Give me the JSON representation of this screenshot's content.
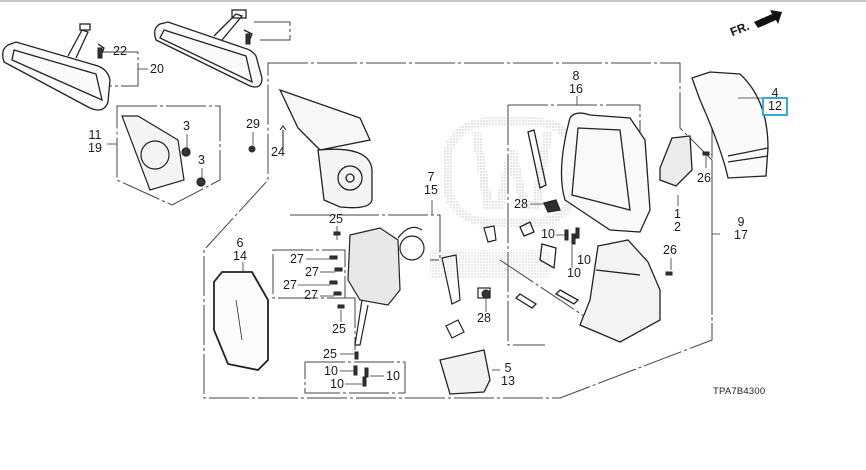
{
  "diagram": {
    "title_code": "TPA7B4300",
    "direction_label": "FR.",
    "highlight_color": "#3aa9d6",
    "callouts": {
      "c22": "22",
      "c20": "20",
      "c11": "11",
      "c19": "19",
      "c3a": "3",
      "c3b": "3",
      "c29": "29",
      "c24": "24",
      "c7": "7",
      "c15": "15",
      "c8": "8",
      "c16": "16",
      "c4": "4",
      "c12": "12",
      "c1": "1",
      "c2": "2",
      "c26a": "26",
      "c26b": "26",
      "c9": "9",
      "c17": "17",
      "c6": "6",
      "c14": "14",
      "c25a": "25",
      "c25b": "25",
      "c25c": "25",
      "c27a": "27",
      "c27b": "27",
      "c27c": "27",
      "c27d": "27",
      "c28a": "28",
      "c28b": "28",
      "c10a": "10",
      "c10b": "10",
      "c10c": "10",
      "c10d": "10",
      "c10e": "10",
      "c10f": "10",
      "c5": "5",
      "c13": "13"
    }
  }
}
